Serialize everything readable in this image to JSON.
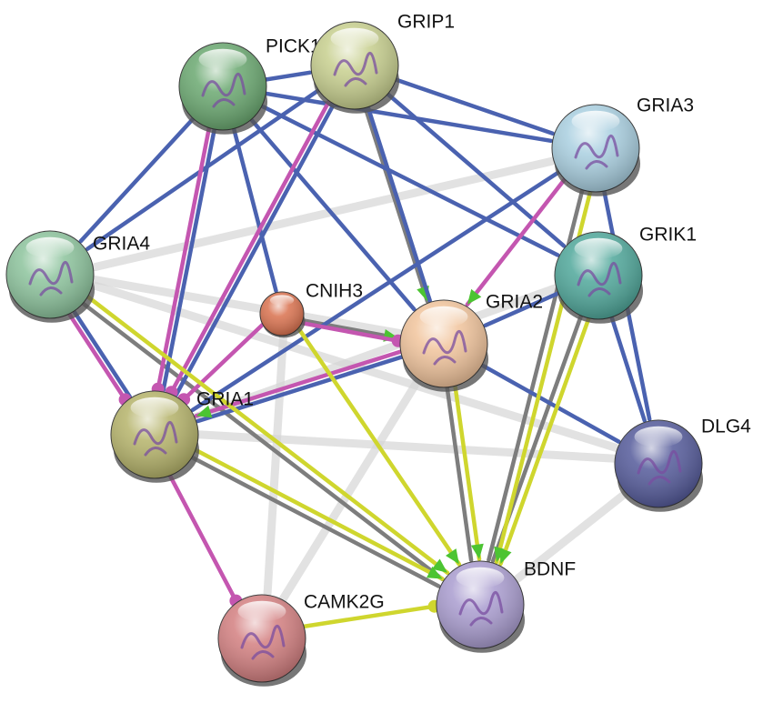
{
  "nodes": [
    {
      "id": "PICK1",
      "label": "PICK1",
      "color": "#6aa870"
    },
    {
      "id": "GRIP1",
      "label": "GRIP1",
      "color": "#c7cf8e"
    },
    {
      "id": "GRIA3",
      "label": "GRIA3",
      "color": "#a9cfe0"
    },
    {
      "id": "GRIK1",
      "label": "GRIK1",
      "color": "#4fa79a"
    },
    {
      "id": "GRIA4",
      "label": "GRIA4",
      "color": "#8cc39c"
    },
    {
      "id": "CNIH3",
      "label": "CNIH3",
      "color": "#d9714e"
    },
    {
      "id": "GRIA2",
      "label": "GRIA2",
      "color": "#f1c49c"
    },
    {
      "id": "GRIA1",
      "label": "GRIA1",
      "color": "#b5b36a"
    },
    {
      "id": "DLG4",
      "label": "DLG4",
      "color": "#545a9a"
    },
    {
      "id": "BDNF",
      "label": "BDNF",
      "color": "#a99ccf"
    },
    {
      "id": "CAMK2G",
      "label": "CAMK2G",
      "color": "#d37f80"
    }
  ],
  "edge_colors": {
    "database": "#4a62b0",
    "experiments": "#c456b0",
    "textmining": "#cfd62e",
    "coexpression": "#7d7d7d",
    "homology": "#d6d6d6",
    "arrow": "#4cc432"
  },
  "edges": [
    {
      "a": "PICK1",
      "b": "GRIP1",
      "kind": "database"
    },
    {
      "a": "PICK1",
      "b": "GRIA3",
      "kind": "database"
    },
    {
      "a": "PICK1",
      "b": "GRIK1",
      "kind": "database"
    },
    {
      "a": "PICK1",
      "b": "GRIA4",
      "kind": "database"
    },
    {
      "a": "PICK1",
      "b": "CNIH3",
      "kind": "database"
    },
    {
      "a": "PICK1",
      "b": "GRIA2",
      "kind": "database"
    },
    {
      "a": "PICK1",
      "b": "GRIA1",
      "kind": "database"
    },
    {
      "a": "PICK1",
      "b": "GRIA1",
      "kind": "experiments",
      "end": "dot"
    },
    {
      "a": "GRIP1",
      "b": "GRIA3",
      "kind": "database"
    },
    {
      "a": "GRIP1",
      "b": "GRIK1",
      "kind": "database"
    },
    {
      "a": "GRIP1",
      "b": "GRIA4",
      "kind": "database"
    },
    {
      "a": "GRIP1",
      "b": "GRIA2",
      "kind": "database"
    },
    {
      "a": "GRIP1",
      "b": "GRIA1",
      "kind": "database"
    },
    {
      "a": "GRIP1",
      "b": "GRIA1",
      "kind": "experiments",
      "end": "dot"
    },
    {
      "a": "GRIP1",
      "b": "GRIA2",
      "kind": "coexpression",
      "end": "arrow"
    },
    {
      "a": "GRIA3",
      "b": "GRIA2",
      "kind": "experiments",
      "end": "arrow"
    },
    {
      "a": "GRIA3",
      "b": "GRIA1",
      "kind": "database"
    },
    {
      "a": "GRIA3",
      "b": "BDNF",
      "kind": "textmining",
      "end": "arrow"
    },
    {
      "a": "GRIA3",
      "b": "BDNF",
      "kind": "coexpression"
    },
    {
      "a": "GRIA3",
      "b": "GRIA4",
      "kind": "homology"
    },
    {
      "a": "GRIK1",
      "b": "GRIA2",
      "kind": "database"
    },
    {
      "a": "GRIK1",
      "b": "DLG4",
      "kind": "database"
    },
    {
      "a": "GRIK1",
      "b": "BDNF",
      "kind": "textmining",
      "end": "arrow"
    },
    {
      "a": "GRIK1",
      "b": "BDNF",
      "kind": "coexpression"
    },
    {
      "a": "GRIA3",
      "b": "DLG4",
      "kind": "database"
    },
    {
      "a": "GRIA4",
      "b": "GRIA1",
      "kind": "database"
    },
    {
      "a": "GRIA4",
      "b": "GRIA1",
      "kind": "experiments",
      "end": "dot"
    },
    {
      "a": "GRIA4",
      "b": "BDNF",
      "kind": "textmining",
      "end": "arrow"
    },
    {
      "a": "GRIA4",
      "b": "BDNF",
      "kind": "coexpression"
    },
    {
      "a": "GRIA4",
      "b": "GRIA2",
      "kind": "homology"
    },
    {
      "a": "GRIA4",
      "b": "DLG4",
      "kind": "homology"
    },
    {
      "a": "CNIH3",
      "b": "GRIA2",
      "kind": "experiments",
      "end": "dot"
    },
    {
      "a": "CNIH3",
      "b": "GRIA2",
      "kind": "coexpression",
      "end": "arrow"
    },
    {
      "a": "CNIH3",
      "b": "GRIA1",
      "kind": "experiments",
      "end": "dot"
    },
    {
      "a": "CNIH3",
      "b": "BDNF",
      "kind": "textmining",
      "end": "arrow"
    },
    {
      "a": "CNIH3",
      "b": "CAMK2G",
      "kind": "homology"
    },
    {
      "a": "GRIA2",
      "b": "GRIA1",
      "kind": "experiments",
      "end": "arrow"
    },
    {
      "a": "GRIA2",
      "b": "GRIA1",
      "kind": "database"
    },
    {
      "a": "GRIA2",
      "b": "DLG4",
      "kind": "database"
    },
    {
      "a": "GRIA2",
      "b": "BDNF",
      "kind": "textmining",
      "end": "arrow"
    },
    {
      "a": "GRIA2",
      "b": "BDNF",
      "kind": "coexpression"
    },
    {
      "a": "GRIA1",
      "b": "BDNF",
      "kind": "textmining",
      "end": "arrow"
    },
    {
      "a": "GRIA1",
      "b": "BDNF",
      "kind": "coexpression"
    },
    {
      "a": "GRIA1",
      "b": "CAMK2G",
      "kind": "experiments",
      "end": "dot"
    },
    {
      "a": "GRIA1",
      "b": "DLG4",
      "kind": "homology"
    },
    {
      "a": "GRIA1",
      "b": "GRIK1",
      "kind": "homology"
    },
    {
      "a": "DLG4",
      "b": "BDNF",
      "kind": "homology"
    },
    {
      "a": "CAMK2G",
      "b": "BDNF",
      "kind": "textmining",
      "end": "dot"
    },
    {
      "a": "CAMK2G",
      "b": "GRIA2",
      "kind": "homology"
    }
  ]
}
